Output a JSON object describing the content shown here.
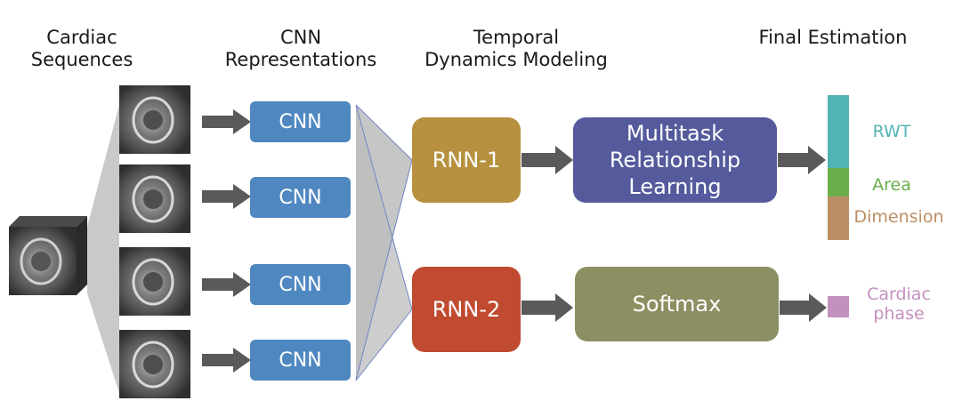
{
  "headers": {
    "sequences": [
      "Cardiac",
      "Sequences"
    ],
    "cnn": [
      "CNN",
      "Representations"
    ],
    "temporal": [
      "Temporal",
      "Dynamics Modeling"
    ],
    "final": [
      "Final Estimation"
    ]
  },
  "cnn_blocks": [
    "CNN",
    "CNN",
    "CNN",
    "CNN"
  ],
  "rnn1": {
    "label": "RNN-1"
  },
  "rnn2": {
    "label": "RNN-2"
  },
  "multitask": {
    "lines": [
      "Multitask",
      "Relationship",
      "Learning"
    ]
  },
  "softmax": {
    "label": "Softmax"
  },
  "outputs": {
    "rwt": "RWT",
    "area": "Area",
    "dimension": "Dimension",
    "cardiac_phase": [
      "Cardiac",
      "phase"
    ]
  },
  "colors": {
    "cnn": "#4f88c0",
    "rnn1": "#b79140",
    "rnn2": "#c04b31",
    "multitask": "#545a9c",
    "softmax": "#8c8f62",
    "rwt": "#52b3b4",
    "area": "#6aae4b",
    "dimension": "#bb8f63",
    "cardiac_phase": "#c490c0",
    "arrow": "#5a5a5a"
  }
}
